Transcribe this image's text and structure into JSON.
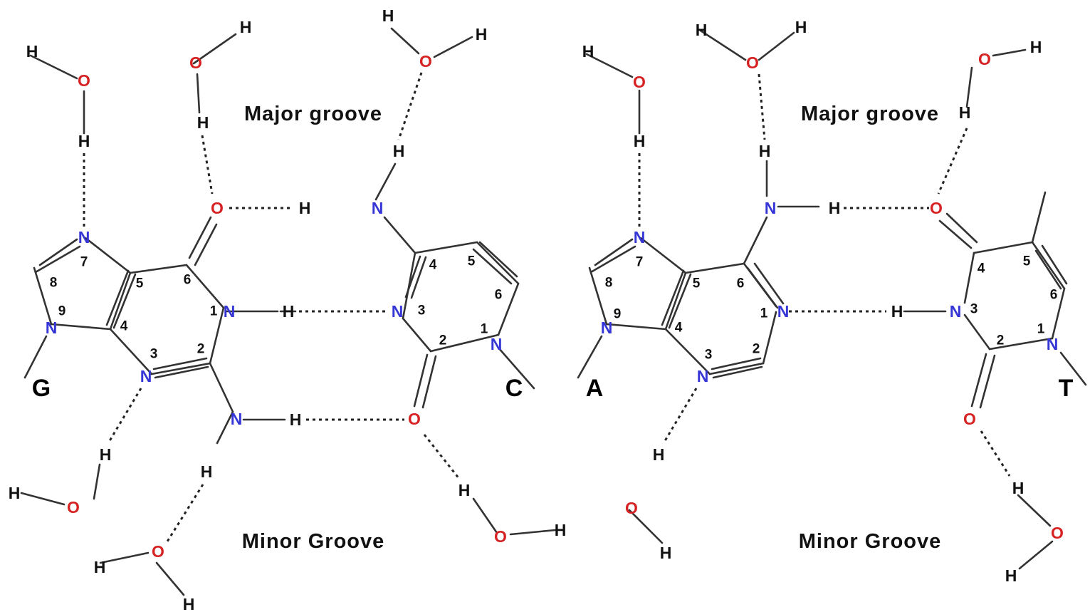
{
  "colors": {
    "N": "#3636d6",
    "O": "#d62222",
    "H": "#111111"
  },
  "left_pair": {
    "major_groove": "Major groove",
    "minor_groove": "Minor Groove",
    "base_left": "G",
    "base_right": "C"
  },
  "right_pair": {
    "major_groove": "Major groove",
    "minor_groove": "Minor Groove",
    "base_left": "A",
    "base_right": "T"
  },
  "atoms": {
    "n": "N",
    "o": "O",
    "h": "H"
  },
  "ring_numbers": [
    "1",
    "2",
    "3",
    "4",
    "5",
    "6",
    "7",
    "8",
    "9"
  ]
}
